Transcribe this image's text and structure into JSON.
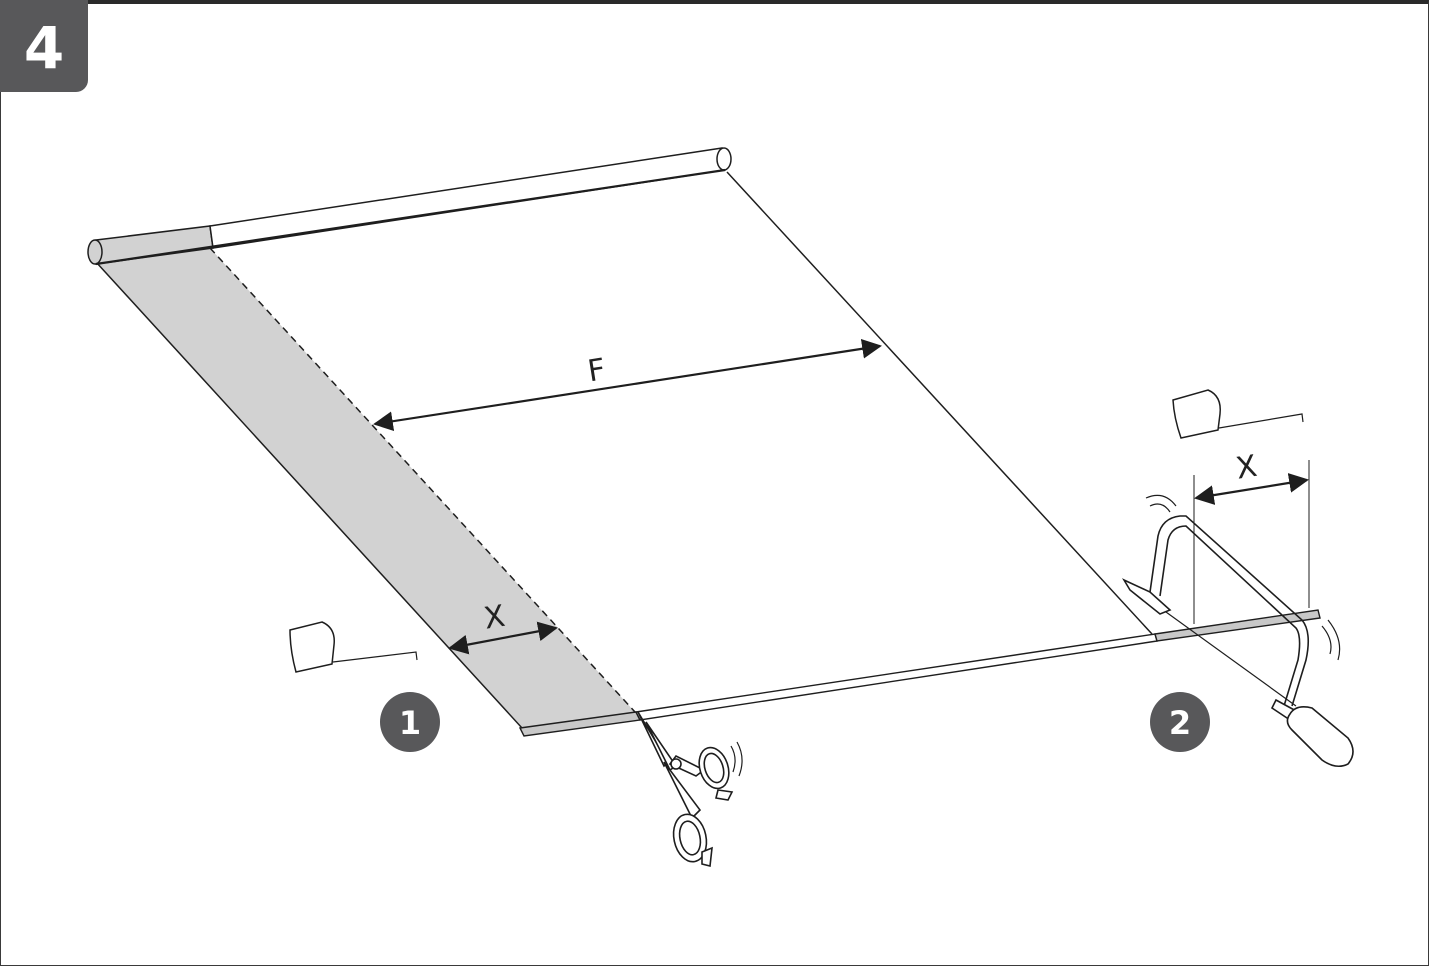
{
  "step": {
    "number": "4"
  },
  "dimensions": {
    "f_label": "F",
    "x_label_left": "X",
    "x_label_right": "X"
  },
  "badges": {
    "one": "1",
    "two": "2"
  },
  "colors": {
    "tab": "#58585a",
    "badge": "#58585a",
    "shade": "#d2d2d2",
    "line": "#1e1e1e"
  },
  "icons": [
    "tape-measure-icon",
    "scissors-icon",
    "hacksaw-icon"
  ]
}
